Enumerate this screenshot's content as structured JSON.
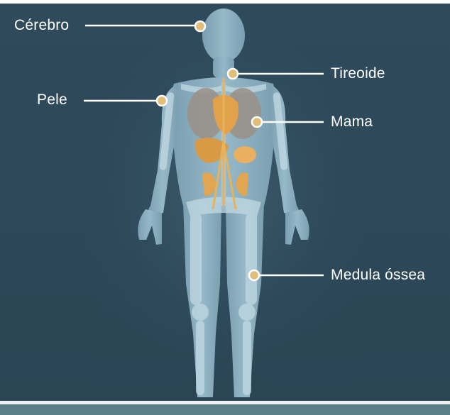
{
  "colors": {
    "background": "#2e4a5a",
    "body": "#8fb3c4",
    "bone": "#b9d2de",
    "organ": "#e2a24c",
    "lung": "#9a8f86",
    "marker": "#e0bd78",
    "line": "#ffffff",
    "label": "#ffffff"
  },
  "labels": {
    "brain": "Cérebro",
    "skin": "Pele",
    "thyroid": "Tireoide",
    "breast": "Mama",
    "bone_marrow": "Medula óssea"
  }
}
